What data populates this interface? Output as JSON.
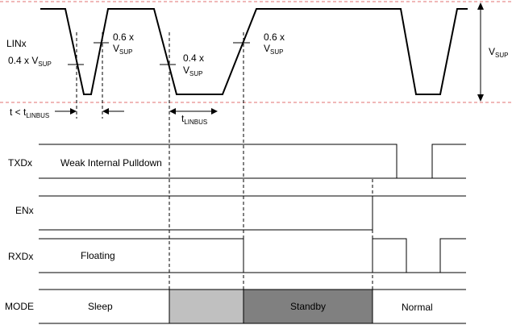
{
  "signals": {
    "lin": "LINx",
    "txd": "TXDx",
    "en": "ENx",
    "rxd": "RXDx",
    "mode": "MODE"
  },
  "annotations": {
    "thresh_04_left": {
      "coef": "0.4 x V",
      "sub": "SUP"
    },
    "thresh_06_left": {
      "coef": "0.6 x",
      "v": "V",
      "sub": "SUP"
    },
    "thresh_04_mid": {
      "coef": "0.4 x",
      "v": "V",
      "sub": "SUP"
    },
    "thresh_06_right": {
      "coef": "0.6 x",
      "v": "V",
      "sub": "SUP"
    },
    "vsup": {
      "v": "V",
      "sub": "SUP"
    },
    "t_less": {
      "prefix": "t < t",
      "sub": "LINBUS"
    },
    "t_linbus": {
      "t": "t",
      "sub": "LINBUS"
    }
  },
  "signal_text": {
    "txd": "Weak Internal Pulldown",
    "rxd": "Floating"
  },
  "modes": {
    "sleep": "Sleep",
    "standby": "Standby",
    "normal": "Normal"
  },
  "colors": {
    "rail": "#e07070",
    "transition_fill": "#c0c0c0",
    "standby_fill": "#808080"
  }
}
